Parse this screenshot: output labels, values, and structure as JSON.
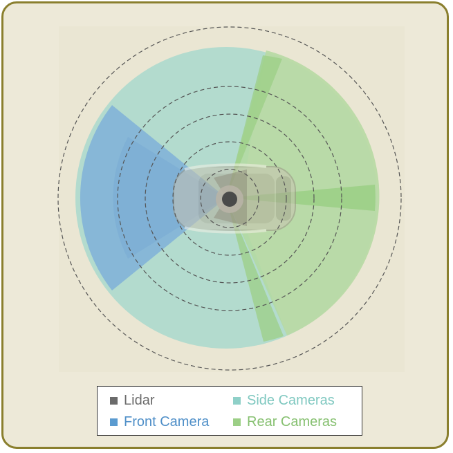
{
  "legend": {
    "items": [
      {
        "key": "lidar",
        "label": "Lidar",
        "color": "#6b6b6b",
        "text_color": "#6b6b6b"
      },
      {
        "key": "front",
        "label": "Front Camera",
        "color": "#5b9bd0",
        "text_color": "#4f8fc8"
      },
      {
        "key": "side",
        "label": "Side Cameras",
        "color": "#8fd0c8",
        "text_color": "#7fc8c0"
      },
      {
        "key": "rear",
        "label": "Rear Cameras",
        "color": "#9ccf86",
        "text_color": "#86c070"
      }
    ]
  },
  "colors": {
    "frame_border": "#8a7f2e",
    "background": "#ede9d8",
    "dashed_rings": "#555555"
  }
}
